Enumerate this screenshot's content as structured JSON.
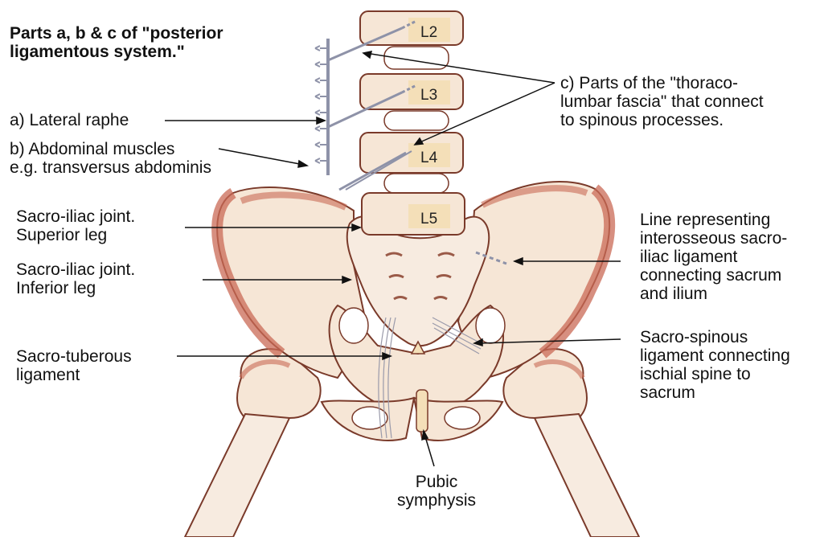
{
  "title_lines": [
    "Parts a, b & c of \"posterior",
    "ligamentous system.\""
  ],
  "vertebrae": [
    "L2",
    "L3",
    "L4",
    "L5"
  ],
  "labels": {
    "lateral_raphe": [
      "a) Lateral raphe"
    ],
    "abdominal_muscles": [
      "b) Abdominal muscles",
      "e.g. transversus abdominis"
    ],
    "thoracolumbar": [
      "c) Parts of the \"thoraco-",
      "lumbar fascia\" that connect",
      "to spinous processes."
    ],
    "si_superior": [
      "Sacro-iliac joint.",
      "Superior leg"
    ],
    "si_inferior": [
      "Sacro-iliac joint.",
      "Inferior leg"
    ],
    "sacrotuberous": [
      "Sacro-tuberous",
      "ligament"
    ],
    "interosseous": [
      "Line representing",
      "interosseous sacro-",
      "iliac ligament",
      "connecting sacrum",
      "and ilium"
    ],
    "sacrospinous": [
      "Sacro-spinous",
      "ligament connecting",
      "ischial spine to",
      "sacrum"
    ],
    "pubic": [
      "Pubic",
      "symphysis"
    ]
  },
  "colors": {
    "bone": "#f6e6d6",
    "bone_shade": "#c96a55",
    "bone_outline": "#7a3a2a",
    "vertebra_body": "#f4dfb8",
    "fascia": "#8e92a8",
    "label_text": "#111111"
  }
}
